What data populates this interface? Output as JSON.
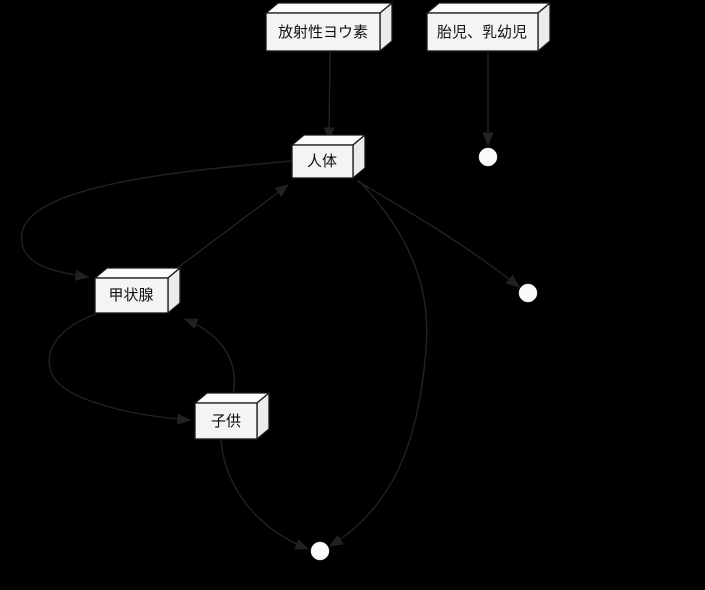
{
  "diagram": {
    "type": "node-edge-diagram",
    "background_color": "#000000",
    "node_fill_color": "#f4f4f4",
    "node_border_color": "#181818",
    "edge_color": "#212121",
    "label_color": "#111111",
    "point_color": "#fafafa",
    "nodes": [
      {
        "id": "radioactive-iodine",
        "label": "放射性ヨウ素",
        "shape": "box3d"
      },
      {
        "id": "fetus-infants",
        "label": "胎児、乳幼児",
        "shape": "box3d"
      },
      {
        "id": "human-body",
        "label": "人体",
        "shape": "box3d"
      },
      {
        "id": "thyroid",
        "label": "甲状腺",
        "shape": "box3d"
      },
      {
        "id": "children",
        "label": "子供",
        "shape": "box3d"
      },
      {
        "id": "point-1",
        "label": "",
        "shape": "circle"
      },
      {
        "id": "point-2",
        "label": "",
        "shape": "circle"
      },
      {
        "id": "point-3",
        "label": "",
        "shape": "circle"
      }
    ],
    "edges": [
      {
        "from": "radioactive-iodine",
        "to": "human-body",
        "style": "straight"
      },
      {
        "from": "fetus-infants",
        "to": "point-1",
        "style": "straight"
      },
      {
        "from": "human-body",
        "to": "thyroid",
        "style": "curved-left-loop"
      },
      {
        "from": "thyroid",
        "to": "human-body",
        "style": "straight"
      },
      {
        "from": "thyroid",
        "to": "children",
        "style": "curved-left-loop"
      },
      {
        "from": "children",
        "to": "thyroid",
        "style": "curved"
      },
      {
        "from": "children",
        "to": "point-3",
        "style": "curved"
      },
      {
        "from": "human-body",
        "to": "point-2",
        "style": "curved"
      },
      {
        "from": "human-body",
        "to": "point-3",
        "style": "curved-right-loop"
      }
    ]
  }
}
